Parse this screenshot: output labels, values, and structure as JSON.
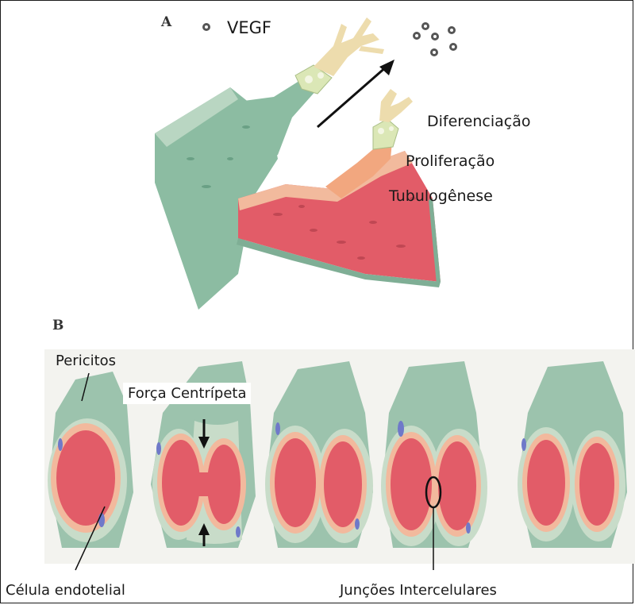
{
  "panel_a": {
    "letter": "A",
    "legend_label": "VEGF",
    "stages": [
      "Diferenciação",
      "Proliferação",
      "Tubulogênese"
    ]
  },
  "panel_b": {
    "letter": "B",
    "labels": {
      "pericytes": "Pericitos",
      "centripetal_force": "Força Centrípeta",
      "endothelial_cell": "Célula endotelial",
      "intercellular_junctions": "Junções Intercelulares"
    }
  },
  "colors": {
    "vessel_outer": "#7fae95",
    "vessel_wall": "#c4d9c8",
    "lumen": "#e5606b",
    "endothelium": "#f0b99c",
    "tip_cell": "#e9d9a6",
    "stalk_cell": "#d7e4b4",
    "pericyte_nucleus": "#6f79c9"
  }
}
